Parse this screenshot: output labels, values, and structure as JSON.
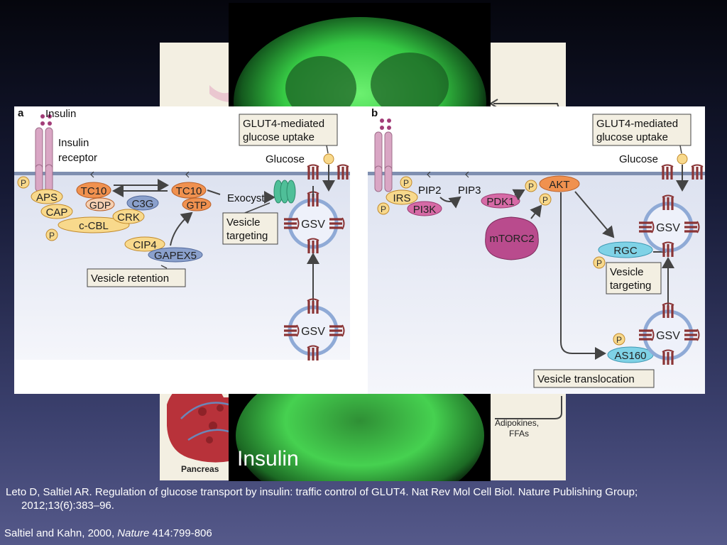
{
  "background_figure": {
    "labels": {
      "pancreas": "Pancreas",
      "adipokines": "Adipokines,",
      "ffas": "FFAs"
    },
    "colors": {
      "paper": "#f3efe2",
      "pancreas": "#b8323a",
      "duct": "#6b86b8"
    }
  },
  "micrograph": {
    "label": "Insulin",
    "colors": {
      "stain": "#3cd24a",
      "background": "#000000",
      "label": "#ffffff"
    }
  },
  "panel_a": {
    "letter": "a",
    "insulin": "Insulin",
    "receptor_line1": "Insulin",
    "receptor_line2": "receptor",
    "p": "P",
    "aps": "APS",
    "cap": "CAP",
    "ccbl": "c-CBL",
    "tc10_gdp": "TC10",
    "gdp": "GDP",
    "c3g": "C3G",
    "crk": "CRK",
    "tc10_gtp": "TC10",
    "gtp": "GTP",
    "exocyst": "Exocyst",
    "cip4": "CIP4",
    "gapex5": "GAPEX5",
    "vesicle_retention": "Vesicle retention",
    "vesicle_targeting_1": "Vesicle",
    "vesicle_targeting_2": "targeting",
    "uptake_1": "GLUT4-mediated",
    "uptake_2": "glucose uptake",
    "glucose": "Glucose",
    "gsv": "GSV"
  },
  "panel_b": {
    "letter": "b",
    "p": "P",
    "irs": "IRS",
    "pi3k": "PI3K",
    "pip2": "PIP2",
    "pip3": "PIP3",
    "pdk1": "PDK1",
    "akt": "AKT",
    "mtorc2": "mTORC2",
    "rgc": "RGC",
    "vesicle_targeting_1": "Vesicle",
    "vesicle_targeting_2": "targeting",
    "as160": "AS160",
    "vesicle_translocation": "Vesicle translocation",
    "uptake_1": "GLUT4-mediated",
    "uptake_2": "glucose uptake",
    "glucose": "Glucose",
    "gsv": "GSV"
  },
  "diagram_colors": {
    "membrane": "#7f8fb0",
    "cytoplasm": "#e6e9f4",
    "receptor": "#d9a6c4",
    "insulin_dot": "#a23d78",
    "orange_node": "#f0914f",
    "yellow_node": "#f8d98c",
    "blue_node": "#8aa0cc",
    "pink_node": "#d66aa6",
    "mtorc2": "#b94b8d",
    "teal_node": "#7fd2e6",
    "exocyst": "#4fbf98",
    "glut4": "#8a3435",
    "vesicle_ring": "#8faad6"
  },
  "citations": {
    "first": "Leto D, Saltiel AR. Regulation of glucose transport by insulin: traffic control of GLUT4. Nat Rev Mol Cell Biol. Nature Publishing Group; 2012;13(6):383–96.",
    "second_pre": "Saltiel and Kahn, 2000, ",
    "second_journal": "Nature",
    "second_post": " 414:799-806"
  }
}
